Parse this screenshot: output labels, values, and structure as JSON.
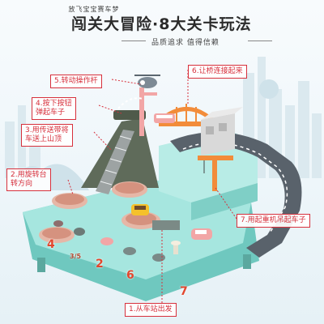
{
  "header": {
    "top_line": "放飞宝宝赛车梦",
    "title": "闯关大冒险·8大关卡玩法",
    "subtitle": "品质追求 值得信赖"
  },
  "callouts": {
    "c1": "1.从车站出发",
    "c2": [
      "2.用旋转台",
      "转方向"
    ],
    "c3": [
      "3.用传送带将",
      "车送上山顶"
    ],
    "c4": [
      "4.按下按钮",
      "弹起车子"
    ],
    "c5": "5.转动操作杆",
    "c6": "6.让桥连接起来",
    "c7": "7.用起重机吊起车子"
  },
  "badges": {
    "b2": "2",
    "b4": "4",
    "b6": "6",
    "b7": "7",
    "b35": "3/5"
  },
  "colors": {
    "accent": "#d7303c",
    "toy_base": "#9fe3dc",
    "toy_base_dark": "#6fc8bf",
    "mountain": "#5f6b5a",
    "road_gray": "#59626b",
    "pink": "#f2a6a6",
    "yellow": "#f5c12b",
    "bridge_orange": "#f28c3a"
  }
}
